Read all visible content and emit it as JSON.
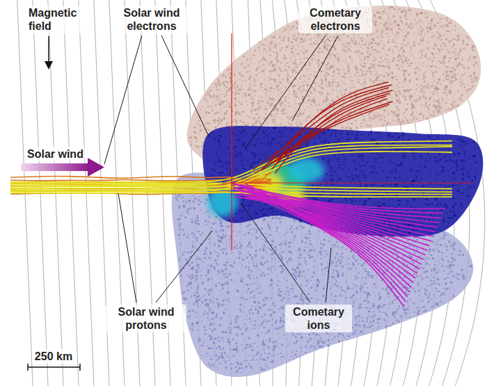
{
  "diagram": {
    "labels": [
      "Magnetic field",
      "Solar wind electrons",
      "Cometary electrons",
      "Solar wind",
      "Solar wind protons",
      "Cometary ions",
      "250 km"
    ]
  }
}
